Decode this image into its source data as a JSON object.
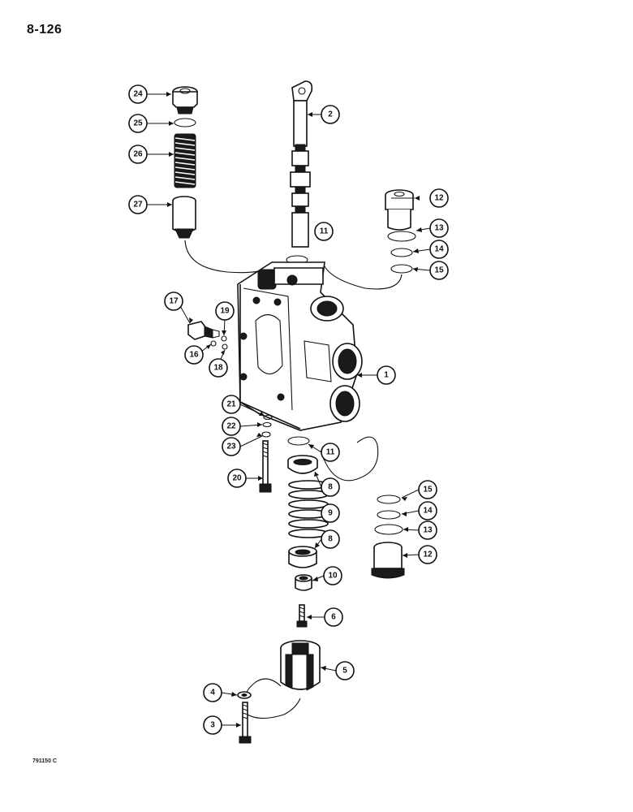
{
  "page": {
    "number": "8-126",
    "figure_code": "791150 C"
  },
  "callouts": [
    {
      "id": "c24",
      "label": "24",
      "part": "plug"
    },
    {
      "id": "c25",
      "label": "25",
      "part": "o-ring"
    },
    {
      "id": "c26",
      "label": "26",
      "part": "spring"
    },
    {
      "id": "c27",
      "label": "27",
      "part": "poppet"
    },
    {
      "id": "c2",
      "label": "2",
      "part": "spool"
    },
    {
      "id": "c11a",
      "label": "11",
      "part": "o-ring"
    },
    {
      "id": "c12a",
      "label": "12",
      "part": "plug"
    },
    {
      "id": "c13a",
      "label": "13",
      "part": "o-ring"
    },
    {
      "id": "c14a",
      "label": "14",
      "part": "backup-ring"
    },
    {
      "id": "c15a",
      "label": "15",
      "part": "o-ring"
    },
    {
      "id": "c17",
      "label": "17",
      "part": "plug"
    },
    {
      "id": "c19",
      "label": "19",
      "part": "o-ring"
    },
    {
      "id": "c16",
      "label": "16",
      "part": "o-ring"
    },
    {
      "id": "c18",
      "label": "18",
      "part": "o-ring"
    },
    {
      "id": "c1",
      "label": "1",
      "part": "valve-section-housing"
    },
    {
      "id": "c21",
      "label": "21",
      "part": "nut"
    },
    {
      "id": "c22",
      "label": "22",
      "part": "washer"
    },
    {
      "id": "c23",
      "label": "23",
      "part": "o-ring"
    },
    {
      "id": "c20",
      "label": "20",
      "part": "tie-bolt"
    },
    {
      "id": "c11b",
      "label": "11",
      "part": "o-ring"
    },
    {
      "id": "c8a",
      "label": "8",
      "part": "spring-seat"
    },
    {
      "id": "c9",
      "label": "9",
      "part": "spring"
    },
    {
      "id": "c8b",
      "label": "8",
      "part": "spring-seat"
    },
    {
      "id": "c10",
      "label": "10",
      "part": "spacer"
    },
    {
      "id": "c15b",
      "label": "15",
      "part": "o-ring"
    },
    {
      "id": "c14b",
      "label": "14",
      "part": "backup-ring"
    },
    {
      "id": "c13b",
      "label": "13",
      "part": "o-ring"
    },
    {
      "id": "c12b",
      "label": "12",
      "part": "plug"
    },
    {
      "id": "c6",
      "label": "6",
      "part": "bolt"
    },
    {
      "id": "c5",
      "label": "5",
      "part": "cap"
    },
    {
      "id": "c4",
      "label": "4",
      "part": "washer"
    },
    {
      "id": "c3",
      "label": "3",
      "part": "bolt"
    }
  ]
}
